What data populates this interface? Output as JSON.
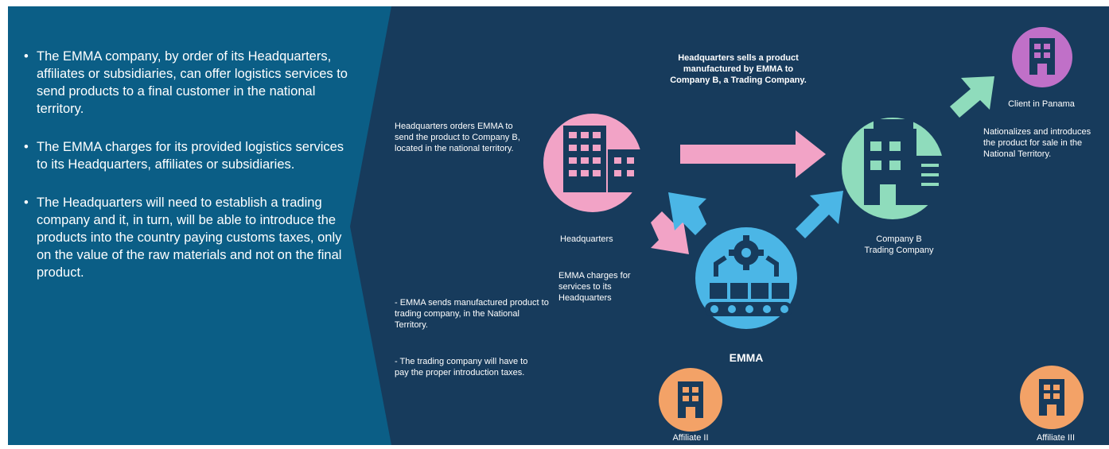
{
  "colors": {
    "left_panel": "#0b5e86",
    "right_panel": "#173b5c",
    "pink": "#f2a3c6",
    "mint": "#8fdcbc",
    "blue": "#4bb6e6",
    "purple": "#c070c8",
    "orange": "#f3a267",
    "navy": "#173b5c"
  },
  "left_bullets": [
    "The EMMA company, by order of its Headquarters, affiliates or subsidiaries, can offer logistics services to send products to a final customer in the national territory.",
    "The EMMA charges for its provided logistics services to its Headquarters, affiliates or subsidiaries.",
    "The Headquarters will need to establish a trading company and it, in turn, will be able to introduce the products into the country paying customs taxes, only on the value of the raw materials and not on the final product."
  ],
  "diagram": {
    "hq_orders_text": "Headquarters orders EMMA to send the product to Company B, located in the national territory.",
    "hq_sells_text": "Headquarters sells a product manufactured by EMMA to Company B, a Trading Company.",
    "headquarters_label": "Headquarters",
    "emma_charges_text": "EMMA charges for services to its Headquarters",
    "emma_sends_text": "- EMMA sends manufactured product to trading company, in the National Territory.",
    "trading_pays_text": "- The trading company will have to pay the proper introduction taxes.",
    "emma_label": "EMMA",
    "company_b_label": "Company B Trading Company",
    "client_label": "Client in Panama",
    "nationalizes_text": "Nationalizes and introduces the product for sale in the National Territory.",
    "affiliate_ii_label": "Affiliate II",
    "affiliate_iii_label": "Affiliate III"
  }
}
